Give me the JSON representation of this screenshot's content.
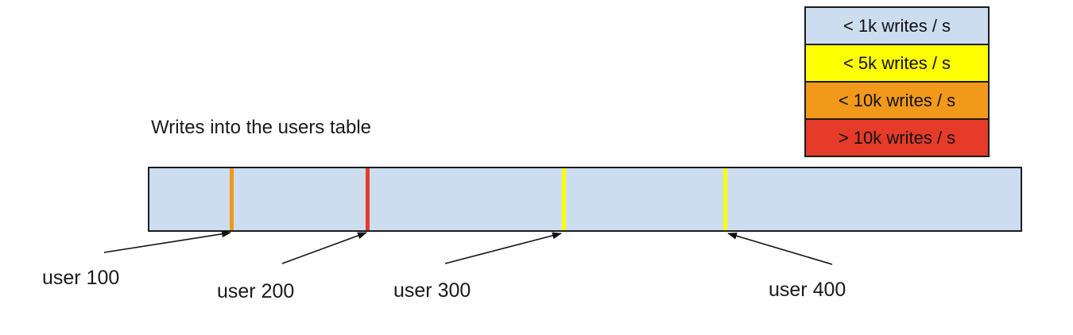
{
  "title": "Writes into the users table",
  "legend": {
    "items": [
      {
        "label": "< 1k writes / s",
        "color_key": "light_blue"
      },
      {
        "label": "< 5k writes / s",
        "color_key": "yellow"
      },
      {
        "label": "< 10k writes / s",
        "color_key": "orange"
      },
      {
        "label": "> 10k writes / s",
        "color_key": "red"
      }
    ]
  },
  "bar": {
    "fill_color_key": "light_blue"
  },
  "users": [
    {
      "label": "user 100",
      "stripe_color_key": "orange"
    },
    {
      "label": "user 200",
      "stripe_color_key": "red"
    },
    {
      "label": "user 300",
      "stripe_color_key": "yellow"
    },
    {
      "label": "user 400",
      "stripe_color_key": "yellow"
    }
  ],
  "colors": {
    "light_blue": "#cdddf0",
    "yellow": "#feff00",
    "orange": "#f2981b",
    "red": "#e53b28",
    "outline": "#1c1c1c",
    "arrow": "#111111"
  }
}
